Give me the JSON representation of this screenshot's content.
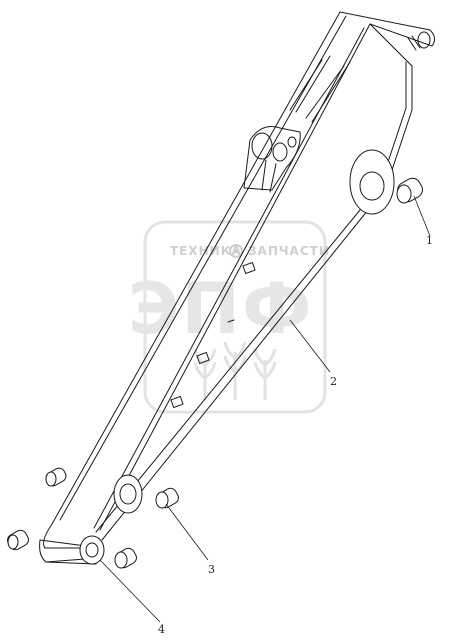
{
  "watermark": {
    "top_left": "ТЕХНИКА",
    "top_right": "ЗАПЧАСТИ",
    "logo": "ЭПФ"
  },
  "callouts": [
    {
      "id": "1",
      "label": "1"
    },
    {
      "id": "2",
      "label": "2"
    },
    {
      "id": "3",
      "label": "3"
    },
    {
      "id": "4",
      "label": "4"
    }
  ]
}
